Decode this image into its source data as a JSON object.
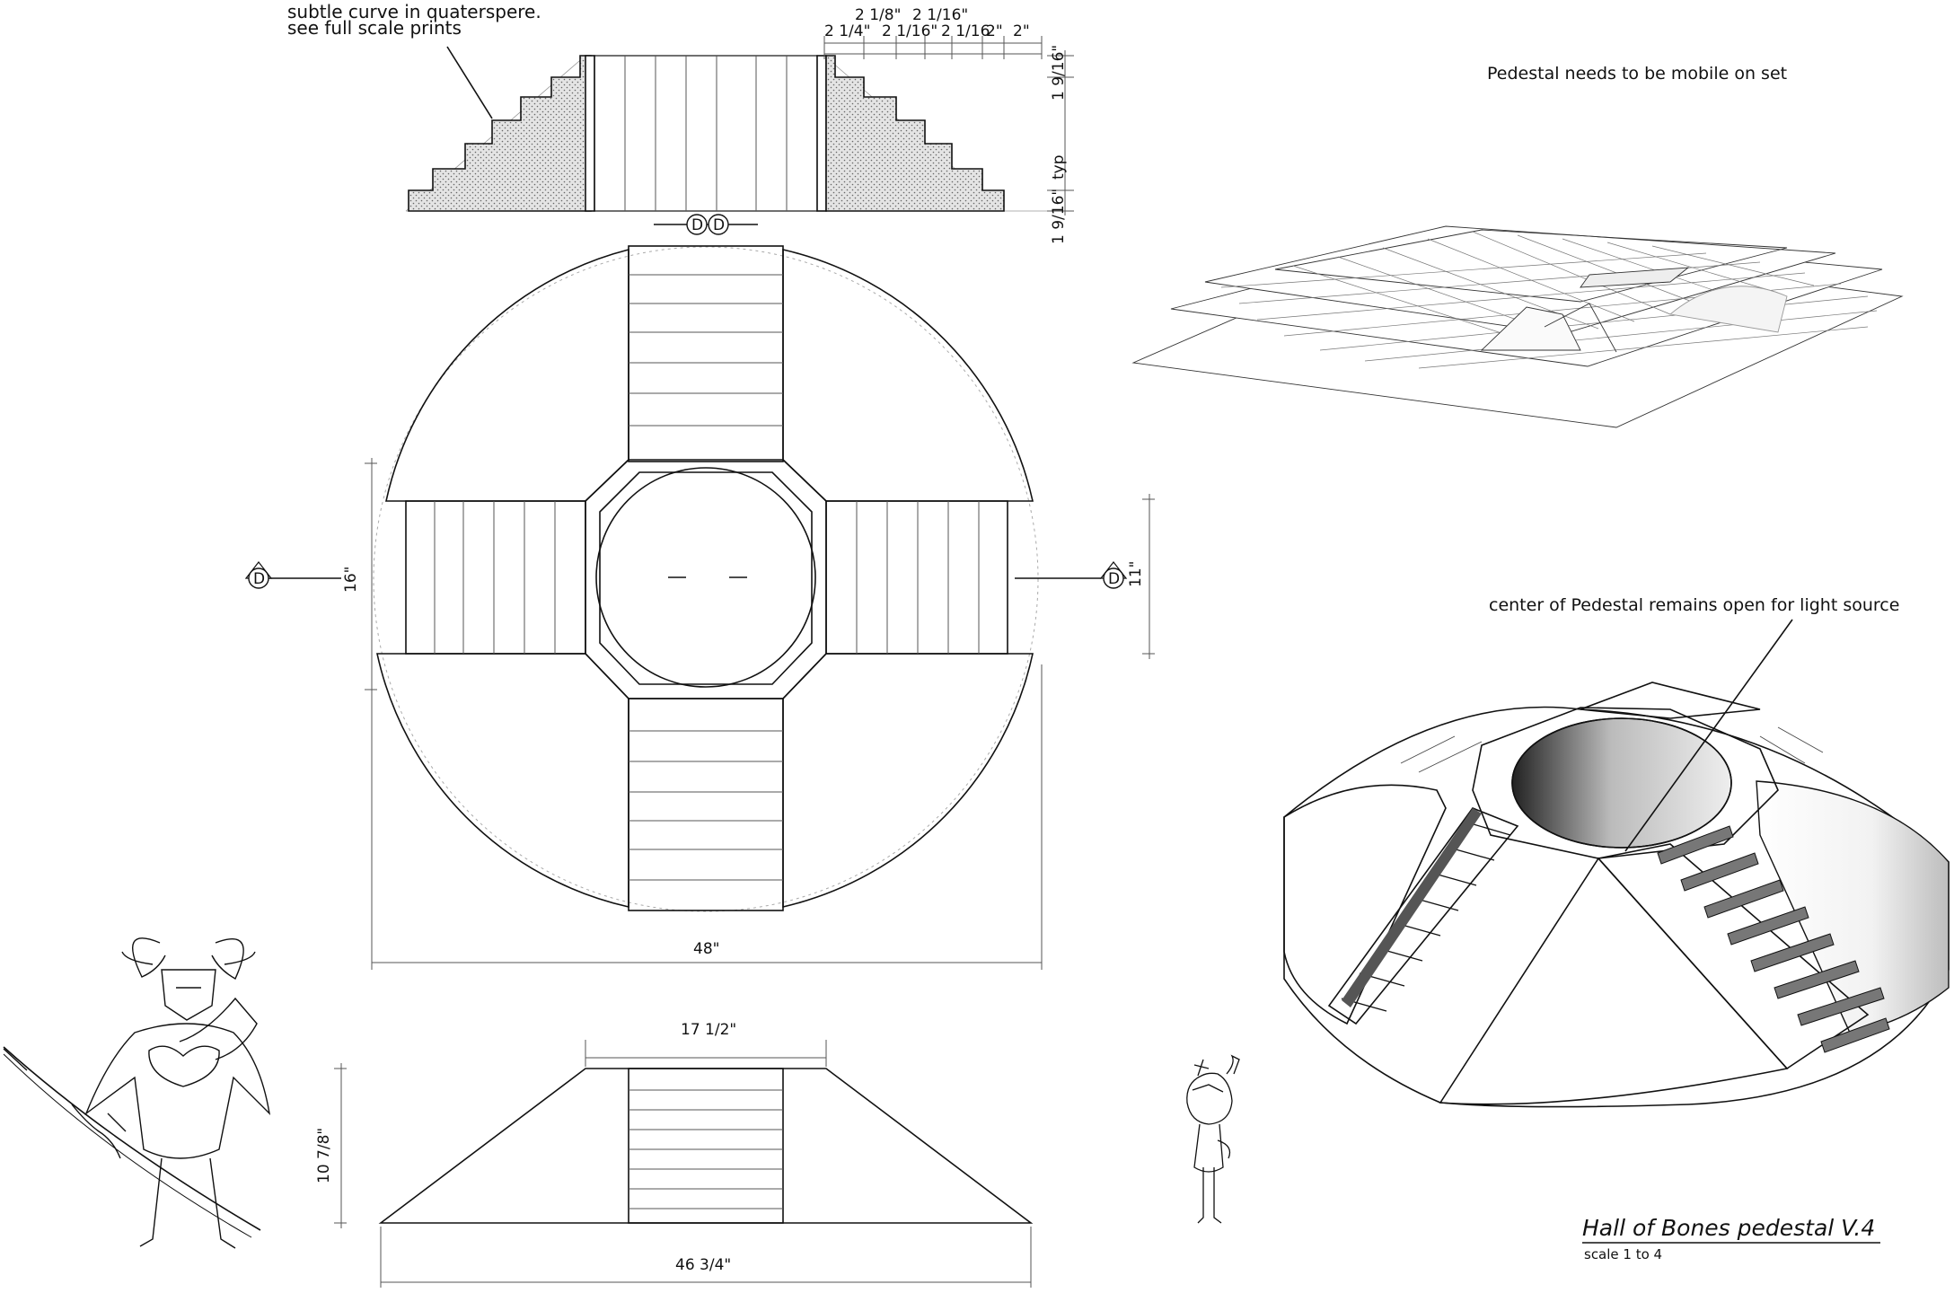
{
  "notes": {
    "curve_line1": "subtle curve in quaterspere.",
    "curve_line2": "see full scale prints",
    "mobile": "Pedestal needs to be mobile on set",
    "center": "center of Pedestal remains open for light source"
  },
  "title_block": {
    "title": "Hall of Bones pedestal V.4",
    "scale": "scale 1 to 4"
  },
  "dimensions": {
    "top_row1_a": "2 1/8\"",
    "top_row1_b": "2 1/16\"",
    "top_row2_a": "2 1/4\"",
    "top_row2_b": "2 1/16\"",
    "top_row2_c": "2 1/16",
    "top_row2_d": "2\"",
    "top_row2_e": "2\"",
    "rise_top": "1 9/16\"",
    "rise_typ": "typ",
    "rise_bottom": "1 9/16\"",
    "plan_left": "16\"",
    "plan_right": "11\"",
    "plan_width": "48\"",
    "elev_top": "17 1/2\"",
    "elev_height": "10 7/8\"",
    "elev_width": "46 3/4\""
  },
  "section_markers": {
    "top_a": "D",
    "top_b": "D",
    "left": "D",
    "right": "D"
  }
}
